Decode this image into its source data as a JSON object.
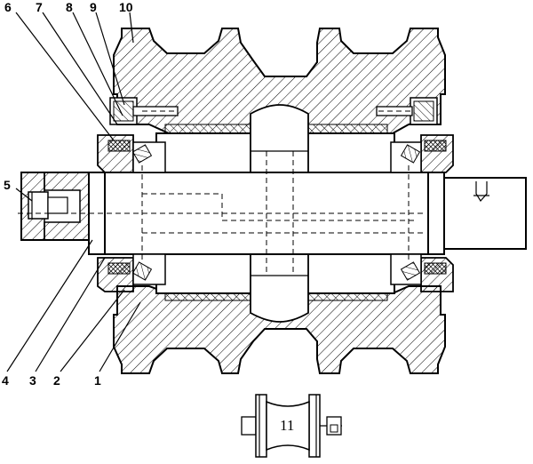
{
  "callouts": {
    "c1": "1",
    "c2": "2",
    "c3": "3",
    "c4": "4",
    "c5": "5",
    "c6": "6",
    "c7": "7",
    "c8": "8",
    "c9": "9",
    "c10": "10",
    "c11": "11"
  },
  "colors": {
    "line": "#000000",
    "hatch": "#000000",
    "background": "#ffffff"
  }
}
